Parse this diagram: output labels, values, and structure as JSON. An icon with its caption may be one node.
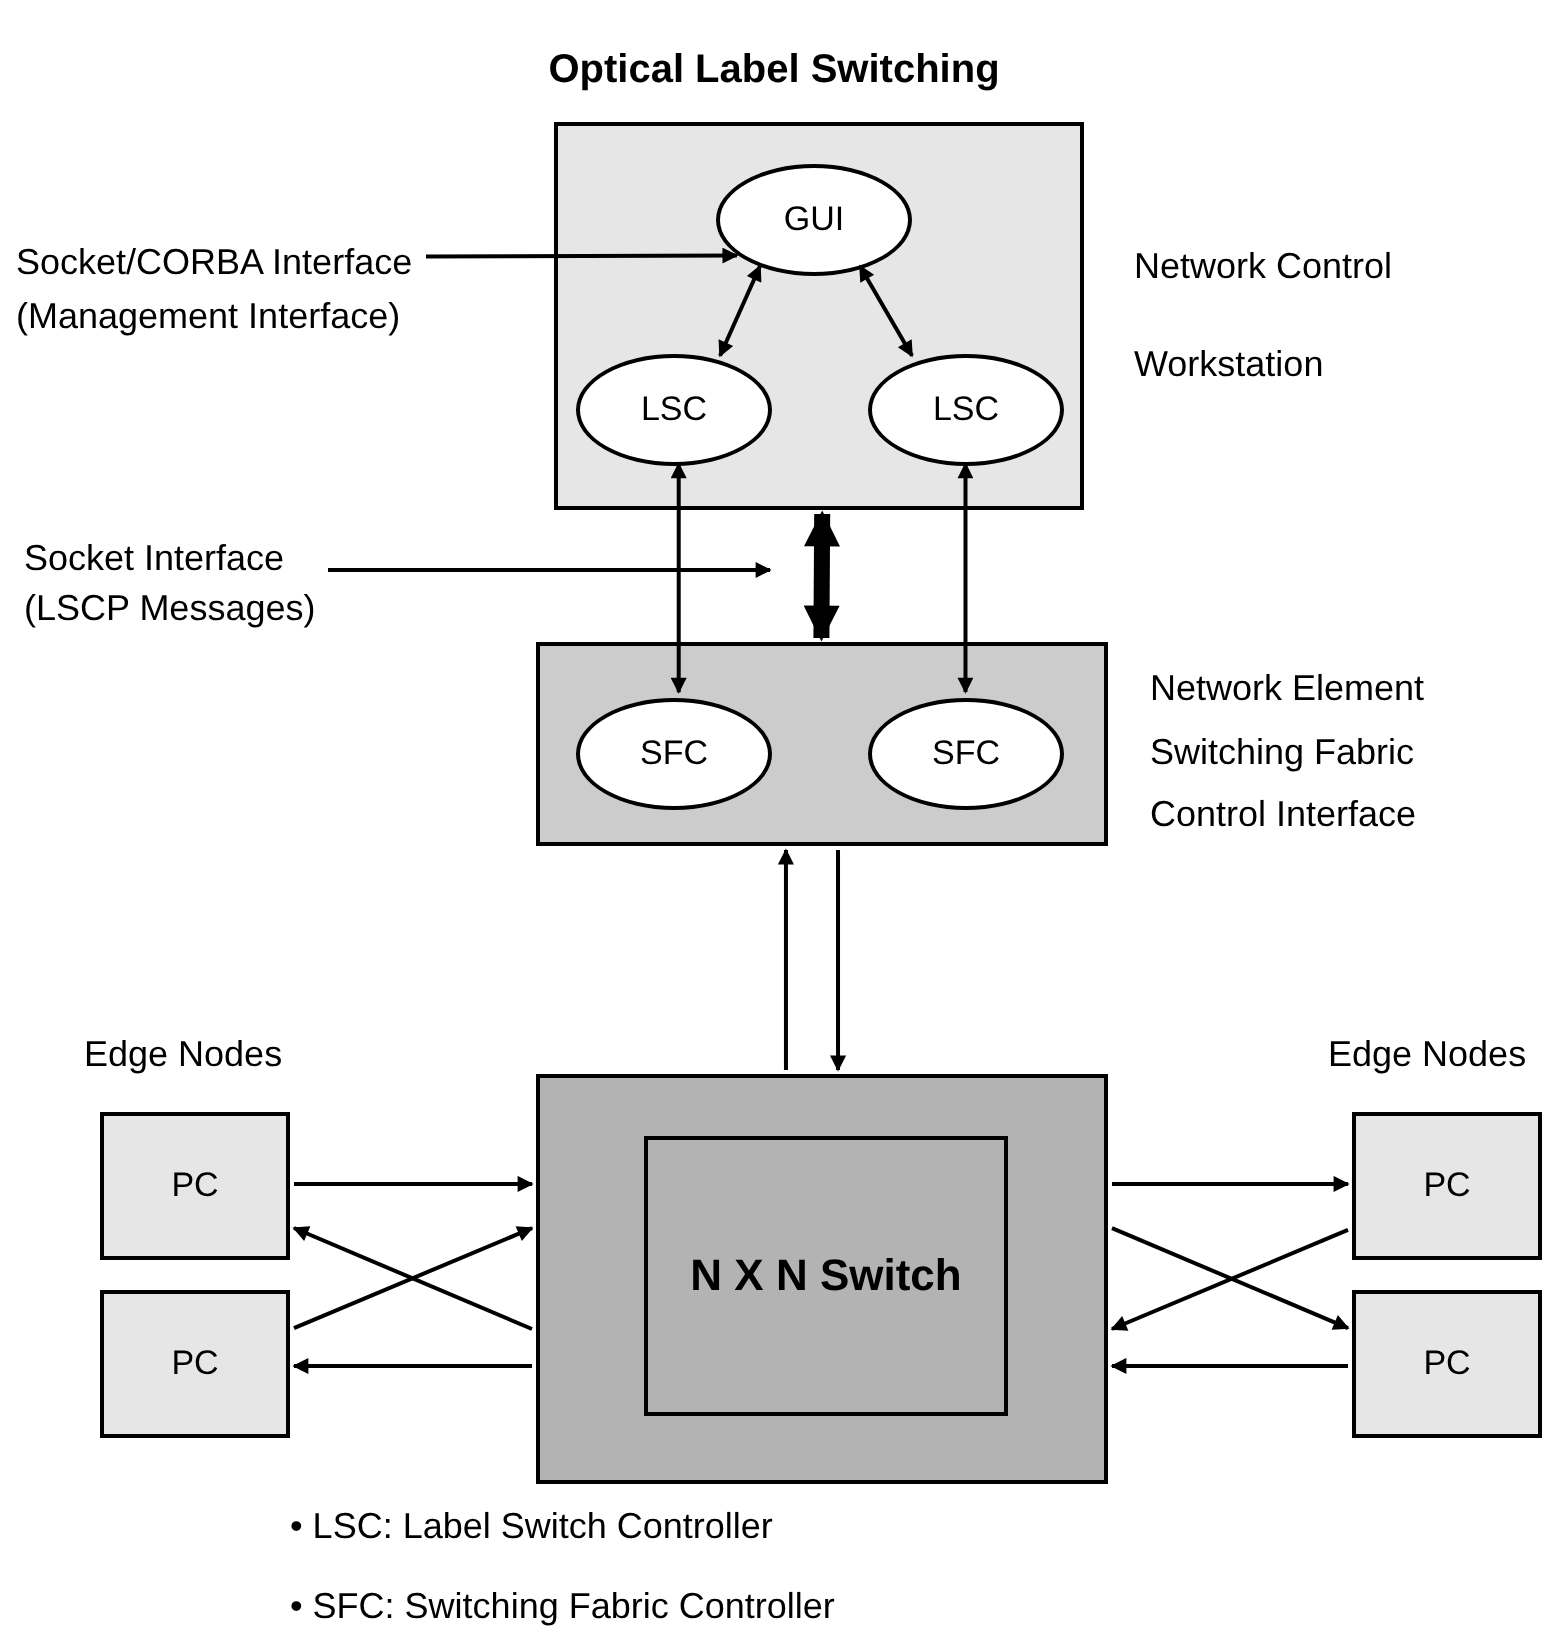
{
  "diagram": {
    "title": "Optical Label Switching",
    "nodes": [
      {
        "text": [],
        "shape": "box",
        "beside": [
          "Network Control",
          "Workstation"
        ]
      },
      {
        "text": [
          "GUI"
        ],
        "in": 0
      },
      {
        "text": [
          "LSC"
        ],
        "in": 0
      },
      {
        "text": [
          "LSC"
        ],
        "in": 0
      },
      {
        "text": [],
        "shape": "box",
        "beside": [
          "Network Element Switching Fabric Control Interface"
        ]
      },
      {
        "text": [
          "SFC"
        ],
        "in": 4
      },
      {
        "text": [
          "SFC"
        ],
        "in": 4
      },
      {
        "text": [],
        "shape": "box"
      },
      {
        "text": [
          "N X N Switch"
        ],
        "in": 7
      },
      {
        "text": [
          "PC"
        ]
      },
      {
        "text": [
          "PC"
        ]
      },
      {
        "text": [
          "PC"
        ]
      },
      {
        "text": [
          "PC"
        ]
      },
      {
        "text": [
          "Socket/CORBA Interface (Management Interface)"
        ]
      },
      {
        "text": [
          "Socket Interface (LSCP Messages)"
        ]
      }
    ],
    "edges": [
      {
        "from": 1,
        "to": 2,
        "arrow": "both"
      },
      {
        "from": 1,
        "to": 3,
        "arrow": "both"
      },
      {
        "from": 2,
        "to": 5,
        "arrow": "both"
      },
      {
        "from": 3,
        "to": 6,
        "arrow": "both"
      },
      {
        "from": 0,
        "to": 4,
        "arrow": "both",
        "style": "thick"
      },
      {
        "from": 7,
        "to": 4,
        "arrow": "to"
      },
      {
        "from": 4,
        "to": 7,
        "arrow": "to"
      },
      {
        "from": 9,
        "to": 7,
        "arrow": "to"
      },
      {
        "from": 7,
        "to": 9,
        "arrow": "to"
      },
      {
        "from": 10,
        "to": 7,
        "arrow": "to"
      },
      {
        "from": 7,
        "to": 10,
        "arrow": "to"
      },
      {
        "from": 7,
        "to": 11,
        "arrow": "to"
      },
      {
        "from": 11,
        "to": 7,
        "arrow": "to"
      },
      {
        "from": 7,
        "to": 12,
        "arrow": "to"
      },
      {
        "from": 12,
        "to": 7,
        "arrow": "to"
      },
      {
        "from": 13,
        "to": 1,
        "arrow": "to"
      },
      {
        "from": 14,
        "to": null,
        "arrow": "to"
      }
    ],
    "labels": [
      "Edge Nodes",
      "Edge Nodes",
      "• LSC: Label Switch Controller",
      "• SFC: Switching Fabric Controller"
    ]
  }
}
